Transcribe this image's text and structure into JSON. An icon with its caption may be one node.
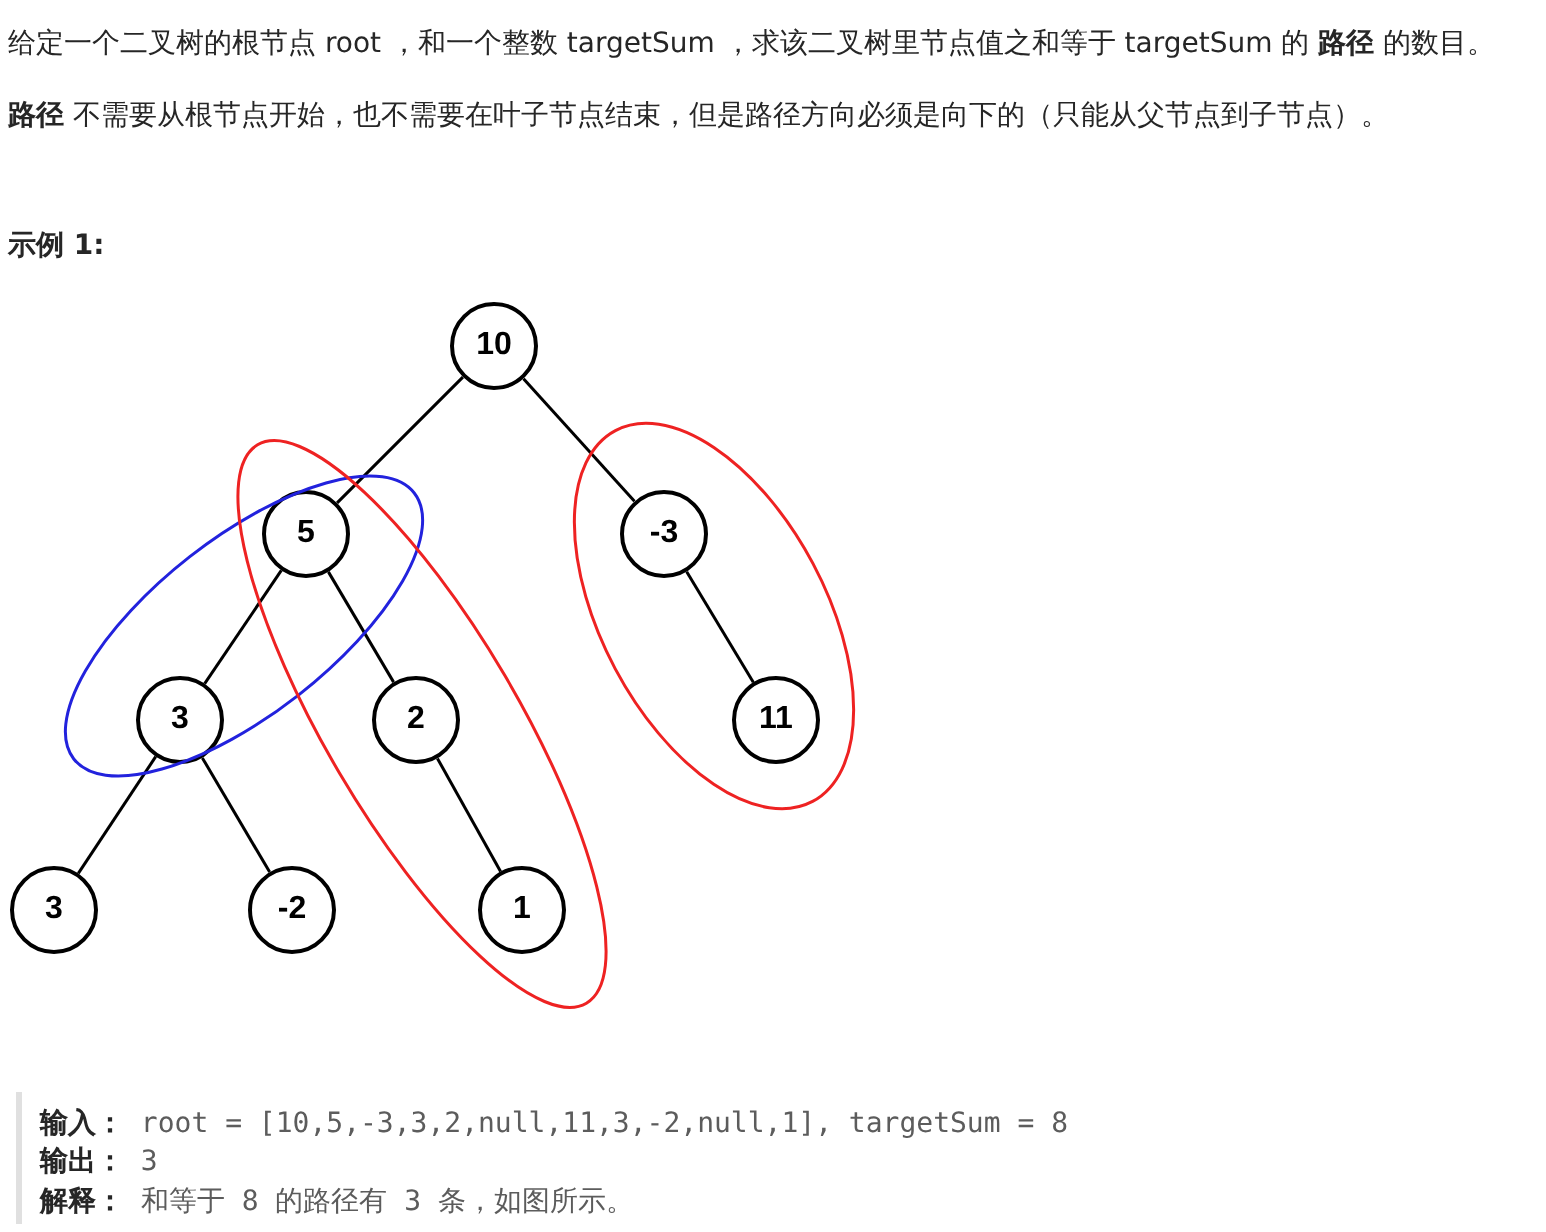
{
  "diagram": {
    "nodes": [
      {
        "text": [
          "10"
        ]
      },
      {
        "text": [
          "5"
        ]
      },
      {
        "text": [
          "-3"
        ]
      },
      {
        "text": [
          "3"
        ]
      },
      {
        "text": [
          "2"
        ]
      },
      {
        "text": [
          "11"
        ]
      },
      {
        "text": [
          "3"
        ]
      },
      {
        "text": [
          "-2"
        ]
      },
      {
        "text": [
          "1"
        ]
      }
    ],
    "edges": [
      {
        "from": 0,
        "to": 1,
        "arrow": "none"
      },
      {
        "from": 0,
        "to": 2,
        "arrow": "none"
      },
      {
        "from": 1,
        "to": 3,
        "arrow": "none"
      },
      {
        "from": 1,
        "to": 4,
        "arrow": "none"
      },
      {
        "from": 2,
        "to": 5,
        "arrow": "none"
      },
      {
        "from": 3,
        "to": 6,
        "arrow": "none"
      },
      {
        "from": 3,
        "to": 7,
        "arrow": "none"
      },
      {
        "from": 4,
        "to": 8,
        "arrow": "none"
      }
    ],
    "labels": [
      "给定一个二叉树的根节点 root ，和一个整数 targetSum ，求该二叉树里节点值之和等于 targetSum 的 **路径** 的数目。",
      "**路径** 不需要从根节点开始，也不需要在叶子节点结束，但是路径方向必须是向下的（只能从父节点到子节点）。",
      "示例 1:",
      "**输入：** root = [10,5,-3,3,2,null,11,3,-2,null,1], targetSum = 8",
      "**输出：** 3",
      "**解释：** 和等于 8 的路径有 3 条，如图所示。"
    ]
  }
}
